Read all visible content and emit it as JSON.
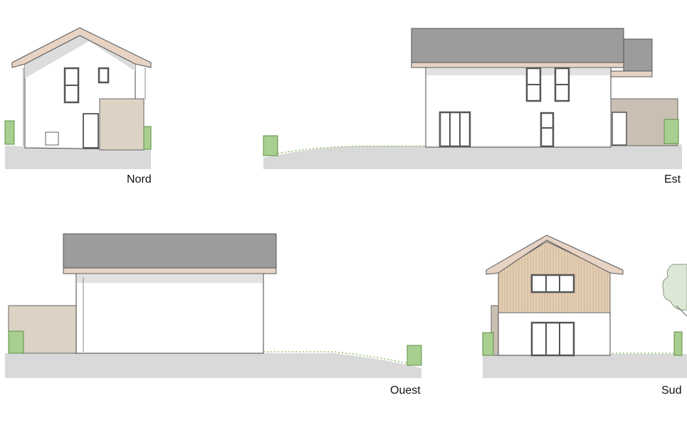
{
  "elevations": {
    "nord": {
      "label": "Nord"
    },
    "est": {
      "label": "Est"
    },
    "ouest": {
      "label": "Ouest"
    },
    "sud": {
      "label": "Sud"
    }
  },
  "colors": {
    "roof": "#9c9c9c",
    "fascia": "#e6d3c4",
    "annex": "#ddd3c5",
    "wood": "#e3cdb2",
    "ground": "#d9d9d9",
    "hedge": "#a8cf8f"
  }
}
